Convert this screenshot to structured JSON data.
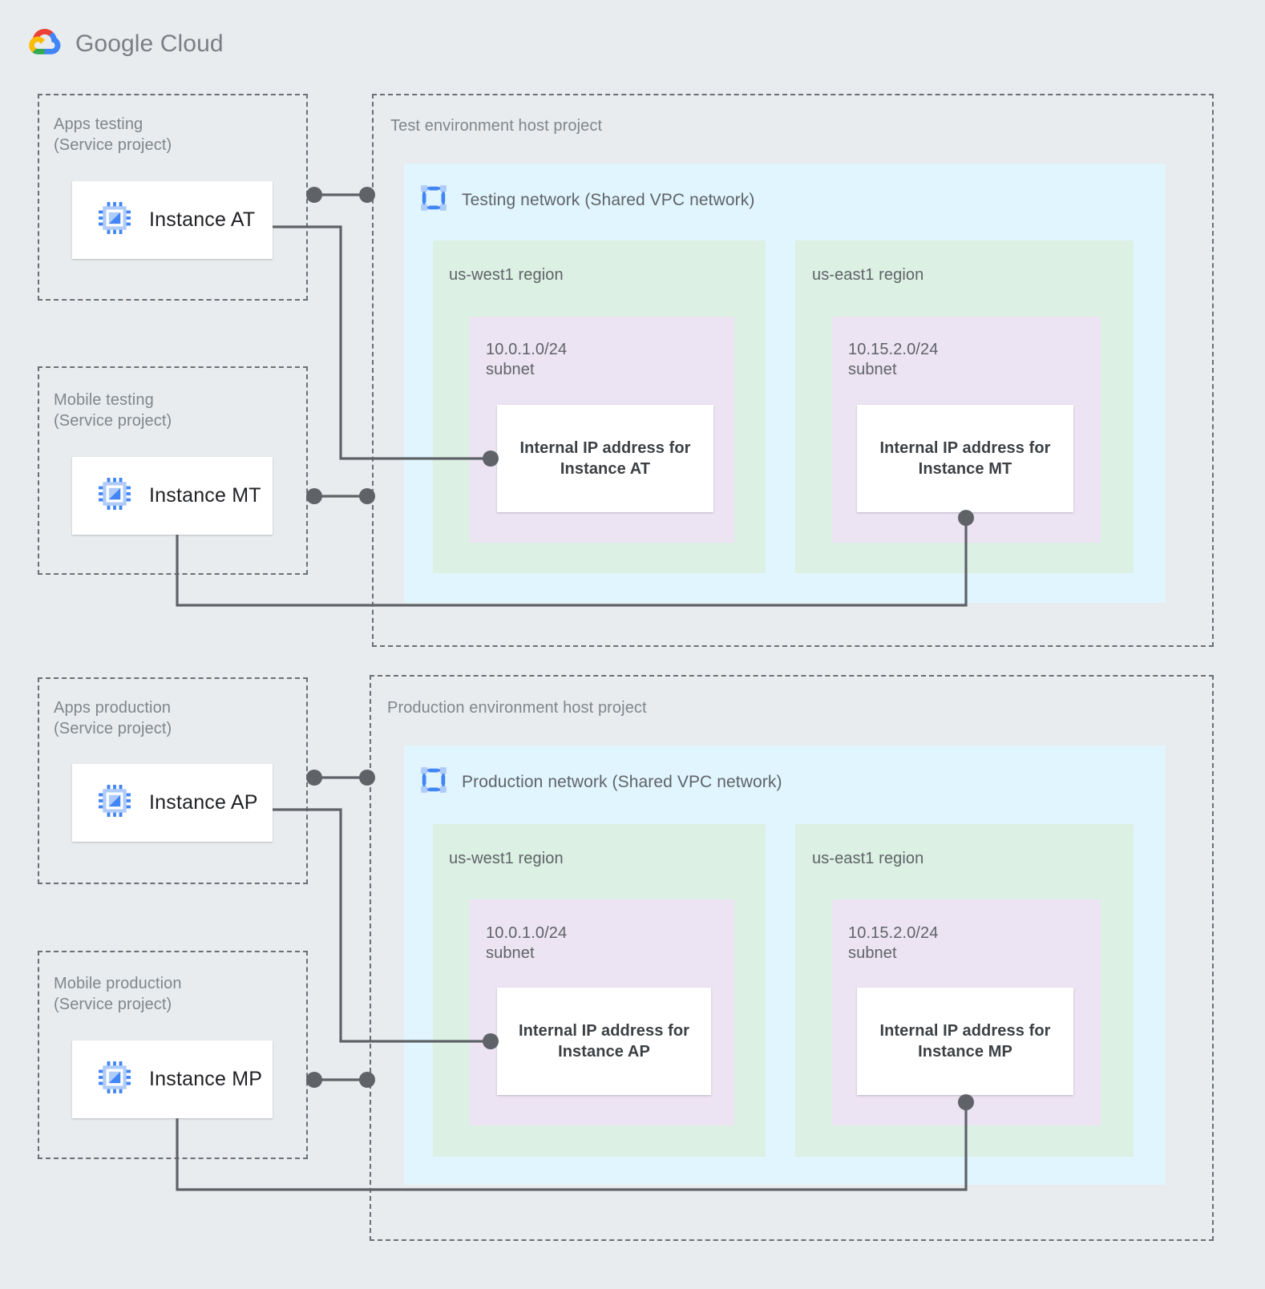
{
  "brand": {
    "name_bold": "Google",
    "name_light": "Cloud",
    "logo_icon": "google-cloud-logo",
    "colors": {
      "red": "#EA4335",
      "yellow": "#FBBC04",
      "green": "#34A853",
      "blue": "#4285F4"
    }
  },
  "colors": {
    "page_bg": "#e8ecef",
    "dashed_border": "#6b7075",
    "vpc_bg": "#e1f5fe",
    "region_bg": "#dcf0e4",
    "subnet_bg": "#ece3f3",
    "box_bg": "#ffffff",
    "label_text": "#80868b",
    "body_text": "#5f6368",
    "strong_text": "#3c4043",
    "connector": "#5f6368",
    "instance_icon_blue": "#4285F4",
    "instance_icon_light": "#aecbfa"
  },
  "service_projects": [
    {
      "id": "apps-testing",
      "label": "Apps testing\n(Service project)",
      "instance": {
        "name": "Instance AT",
        "icon": "cpu-chip-icon"
      }
    },
    {
      "id": "mobile-testing",
      "label": "Mobile testing\n(Service project)",
      "instance": {
        "name": "Instance MT",
        "icon": "cpu-chip-icon"
      }
    },
    {
      "id": "apps-production",
      "label": "Apps production\n(Service project)",
      "instance": {
        "name": "Instance AP",
        "icon": "cpu-chip-icon"
      }
    },
    {
      "id": "mobile-production",
      "label": "Mobile production\n(Service project)",
      "instance": {
        "name": "Instance MP",
        "icon": "cpu-chip-icon"
      }
    }
  ],
  "host_projects": [
    {
      "id": "test-env",
      "label": "Test environment host project",
      "network": {
        "title": "Testing network (Shared VPC network)",
        "icon": "vpc-network-icon"
      },
      "regions": [
        {
          "id": "test-us-west1",
          "label": "us-west1 region",
          "subnet": {
            "label": "10.0.1.0/24\nsubnet",
            "ip_box": "Internal IP address for\nInstance AT"
          }
        },
        {
          "id": "test-us-east1",
          "label": "us-east1 region",
          "subnet": {
            "label": "10.15.2.0/24\nsubnet",
            "ip_box": "Internal IP address for\nInstance MT"
          }
        }
      ]
    },
    {
      "id": "prod-env",
      "label": "Production environment host project",
      "network": {
        "title": "Production network (Shared VPC network)",
        "icon": "vpc-network-icon"
      },
      "regions": [
        {
          "id": "prod-us-west1",
          "label": "us-west1 region",
          "subnet": {
            "label": "10.0.1.0/24\nsubnet",
            "ip_box": "Internal IP address for\nInstance AP"
          }
        },
        {
          "id": "prod-us-east1",
          "label": "us-east1 region",
          "subnet": {
            "label": "10.15.2.0/24\nsubnet",
            "ip_box": "Internal IP address for\nInstance MP"
          }
        }
      ]
    }
  ],
  "connections": [
    {
      "id": "at-peer-link",
      "from": "apps-testing",
      "to": "test-env",
      "kind": "dot-link"
    },
    {
      "id": "mt-peer-link",
      "from": "mobile-testing",
      "to": "test-env",
      "kind": "dot-link"
    },
    {
      "id": "ap-peer-link",
      "from": "apps-production",
      "to": "prod-env",
      "kind": "dot-link"
    },
    {
      "id": "mp-peer-link",
      "from": "mobile-production",
      "to": "prod-env",
      "kind": "dot-link"
    },
    {
      "id": "at-to-ip",
      "from": "Instance AT",
      "to": "Internal IP address for Instance AT",
      "kind": "orthogonal"
    },
    {
      "id": "mt-to-ip",
      "from": "Instance MT",
      "to": "Internal IP address for Instance MT",
      "kind": "orthogonal"
    },
    {
      "id": "ap-to-ip",
      "from": "Instance AP",
      "to": "Internal IP address for Instance AP",
      "kind": "orthogonal"
    },
    {
      "id": "mp-to-ip",
      "from": "Instance MP",
      "to": "Internal IP address for Instance MP",
      "kind": "orthogonal"
    }
  ]
}
